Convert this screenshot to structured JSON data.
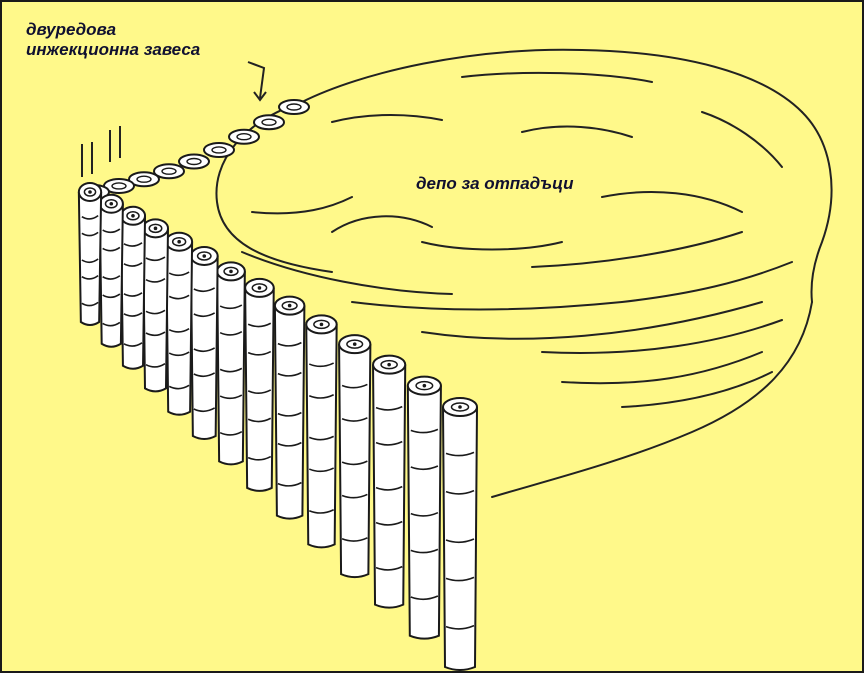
{
  "diagram": {
    "labels": {
      "curtain_line1": "двуредова",
      "curtain_line2": "инжекционна завеса",
      "depot": "депо за отпадъци"
    },
    "colors": {
      "background": "#fff98a",
      "ink": "#1a1a1a",
      "drawing_fill": "#ffffff"
    }
  }
}
